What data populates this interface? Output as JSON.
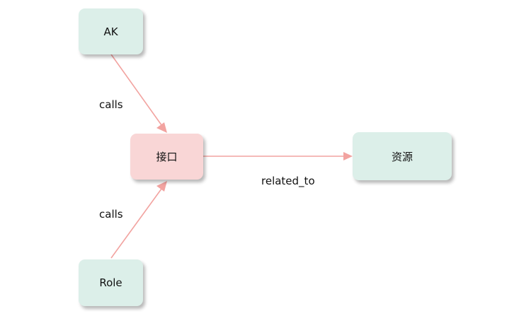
{
  "colors": {
    "node_fill": "#dcefe9",
    "center_node_fill": "#f9d6d6",
    "edge_color": "#f2a3a0"
  },
  "nodes": {
    "ak": {
      "label": "AK"
    },
    "role": {
      "label": "Role"
    },
    "api": {
      "label": "接口"
    },
    "resource": {
      "label": "资源"
    }
  },
  "edges": [
    {
      "from": "AK",
      "to": "接口",
      "label": "calls"
    },
    {
      "from": "Role",
      "to": "接口",
      "label": "calls"
    },
    {
      "from": "接口",
      "to": "资源",
      "label": "related_to"
    }
  ]
}
